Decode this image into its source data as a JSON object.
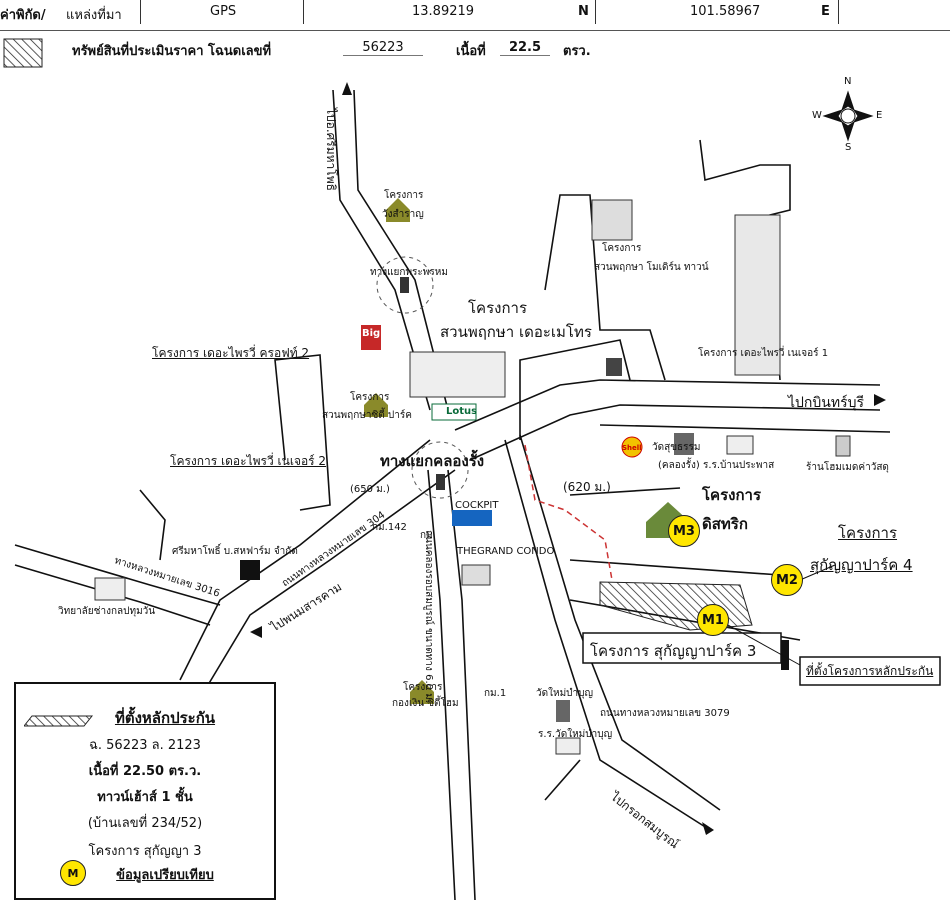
{
  "header": {
    "coord_label": "ค่าพิกัด/",
    "source_label": "แหล่งที่มา",
    "source_value": "GPS",
    "lat_value": "13.89219",
    "lat_dir": "N",
    "lon_value": "101.58967",
    "lon_dir": "E"
  },
  "subheader": {
    "label": "ทรัพย์สินที่ประเมินราคา โฉนดเลขที่",
    "deed_no": "56223",
    "area_label": "เนื้อที่",
    "area_value": "22.5",
    "area_unit": "ตรว."
  },
  "compass": {
    "n": "N",
    "s": "S",
    "e": "E",
    "w": "W"
  },
  "map": {
    "roads": {
      "to_srimahaphot": "ไปอ.ศรีมหาโพธิ",
      "to_kabinburi": "ไปกบินทร์บุรี",
      "to_phanom_sarakham": "ไปพนมสารคาม",
      "road_304": "ถนนทางหลวงหมายเลข 304",
      "road_3016": "ทางหลวงหมายเลข 3016",
      "road_3079": "ถนนทางหลวงหมายเลข 3079",
      "road_klong_sompoi": "ถนนคลองรอบสมบูรณ์ ขนาดทาง 6.0 ม.",
      "to_rob_sombun": "ไปกรอกสมบูรณ์"
    },
    "labels": {
      "p_wangsaran": "โครงการ",
      "p_wangsaran_name": "วังสำราญ",
      "junction_phra_phrom": "ทางแยกพระพรหม",
      "p_suanpruksa_modern_1": "โครงการ",
      "p_suanpruksa_modern_2": "สวนพฤกษา โมเดิร์น ทาวน์",
      "p_suanpruksa_metro_1": "โครงการ",
      "p_suanpruksa_metro_2": "สวนพฤกษา เดอะเมโทร",
      "p_the_privy_crosoft": "โครงการ เดอะไพรวี่ ครอฟท์ 2",
      "p_the_privy_nature_1": "โครงการ เดอะไพรวี่ เนเจอร์ 1",
      "p_the_privy_nature_2": "โครงการ เดอะไพรวี่ เนเจอร์ 2",
      "p_suanpruksa_city_1": "โครงการ",
      "p_suanpruksa_city_2": "สวนพฤกษาซิตี้ ปาร์ค",
      "lotus": "Lotus",
      "big_c": "Big",
      "junction_klong_rang": "ทางแยกคลองรั้ง",
      "dist_650": "(650 ม.)",
      "dist_620": "(620 ม.)",
      "km142": "กม.142",
      "km_gm": "กม.",
      "cockpit": "COCKPIT",
      "thegrand": "THEGRAND CONDO",
      "shell": "Shell",
      "wat_sukhtham": "วัดสุขธรรม",
      "wat_sukhtham_2": "(คลองรั้ง) ร.ร.บ้านประพาส",
      "shop_home": "ร้านโฮมเมดค่าวัสดุ",
      "p_districk_1": "โครงการ",
      "p_districk_2": "ดิสทริก",
      "p_sukanya4_1": "โครงการ",
      "p_sukanya4_2": "สุกัญญาปาร์ค 4",
      "p_sukanya3": "โครงการ สุกัญญาปาร์ค 3",
      "collateral_site": "ที่ตั้งโครงการหลักประกัน",
      "srimahaphot_co": "ศรีมหาโพธิ์ บ.สหฟาร์ม จำกัด",
      "college": "วิทยาลัยช่างกลปทุมวัน",
      "p_kongngern_1": "โครงการ",
      "p_kongngern_2": "กองเงิน ซิตี้โฮม",
      "km1": "กม.1",
      "wat_mai_1": "วัดใหม่บำบุญ",
      "wat_mai_2": "ร.ร.วัดใหม่บำบุญ"
    },
    "markers": {
      "m1": "M1",
      "m2": "M2",
      "m3": "M3"
    }
  },
  "legend": {
    "title": "ที่ตั้งหลักประกัน",
    "deed": "ฉ. 56223 ล. 2123",
    "area": "เนื้อที่ 22.50 ตร.ว.",
    "type": "ทาวน์เฮ้าส์ 1 ชั้น",
    "house_no": "(บ้านเลขที่ 234/52)",
    "project": "โครงการ สุกัญญา 3",
    "m_symbol": "M",
    "m_label": "ข้อมูลเปรียบเทียบ"
  }
}
